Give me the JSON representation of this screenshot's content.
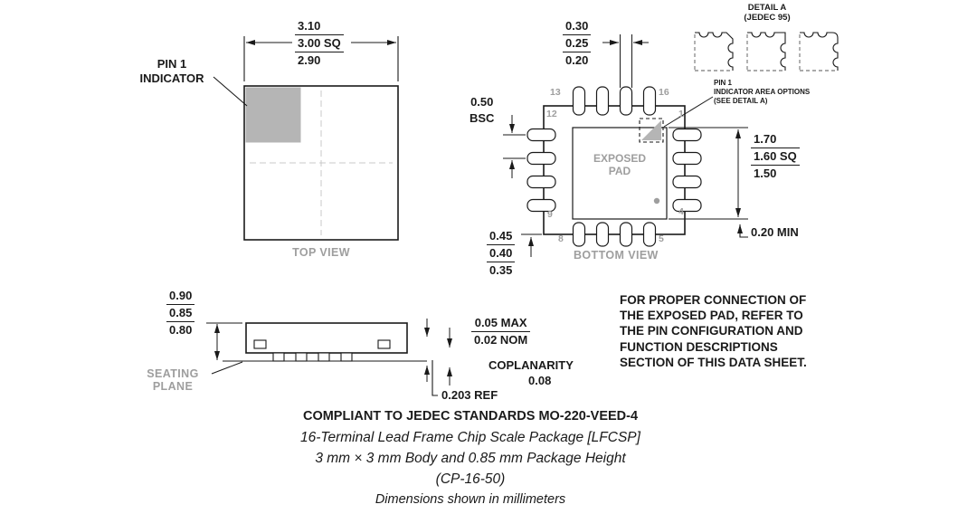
{
  "top_view": {
    "label": "TOP VIEW",
    "pin1_indicator": {
      "line1": "PIN 1",
      "line2": "INDICATOR"
    },
    "dim_body": {
      "max": "3.10",
      "nom": "3.00 SQ",
      "min": "2.90"
    }
  },
  "bottom_view": {
    "label": "BOTTOM VIEW",
    "exposed_pad": {
      "line1": "EXPOSED",
      "line2": "PAD"
    },
    "pins": {
      "p1": "1",
      "p4": "4",
      "p5": "5",
      "p8": "8",
      "p9": "9",
      "p12": "12",
      "p13": "13",
      "p16": "16"
    },
    "dim_terminal_width": {
      "max": "0.30",
      "nom": "0.25",
      "min": "0.20"
    },
    "dim_pitch": {
      "value": "0.50",
      "qualifier": "BSC"
    },
    "dim_terminal_length": {
      "max": "0.45",
      "nom": "0.40",
      "min": "0.35"
    },
    "dim_exposed_pad": {
      "max": "1.70",
      "nom": "1.60 SQ",
      "min": "1.50"
    },
    "dim_pad_clearance": "0.20 MIN",
    "pin1_area_note": {
      "line1": "PIN 1",
      "line2": "INDICATOR AREA OPTIONS",
      "line3": "(SEE DETAIL A)"
    }
  },
  "detail_a": {
    "title": "DETAIL A",
    "subtitle": "(JEDEC 95)"
  },
  "side_view": {
    "dim_height": {
      "max": "0.90",
      "nom": "0.85",
      "min": "0.80"
    },
    "seating_plane": {
      "line1": "SEATING",
      "line2": "PLANE"
    },
    "dim_standoff": {
      "max": "0.05 MAX",
      "nom": "0.02 NOM"
    },
    "coplanarity": {
      "label": "COPLANARITY",
      "value": "0.08"
    },
    "dim_lead_thickness": "0.203 REF"
  },
  "note": {
    "line1": "FOR PROPER CONNECTION OF",
    "line2": "THE EXPOSED PAD, REFER TO",
    "line3": "THE PIN CONFIGURATION AND",
    "line4": "FUNCTION DESCRIPTIONS",
    "line5": "SECTION OF THIS DATA SHEET."
  },
  "footer": {
    "compliance": "COMPLIANT TO JEDEC STANDARDS MO-220-VEED-4",
    "line1": "16-Terminal Lead Frame Chip Scale Package [LFCSP]",
    "line2": "3 mm × 3 mm Body and 0.85 mm Package Height",
    "line3": "(CP-16-50)",
    "line4": "Dimensions shown in millimeters"
  },
  "colors": {
    "line": "#1a1a1a",
    "gray_text": "#9e9e9e",
    "pin1_fill": "#b5b5b5"
  }
}
